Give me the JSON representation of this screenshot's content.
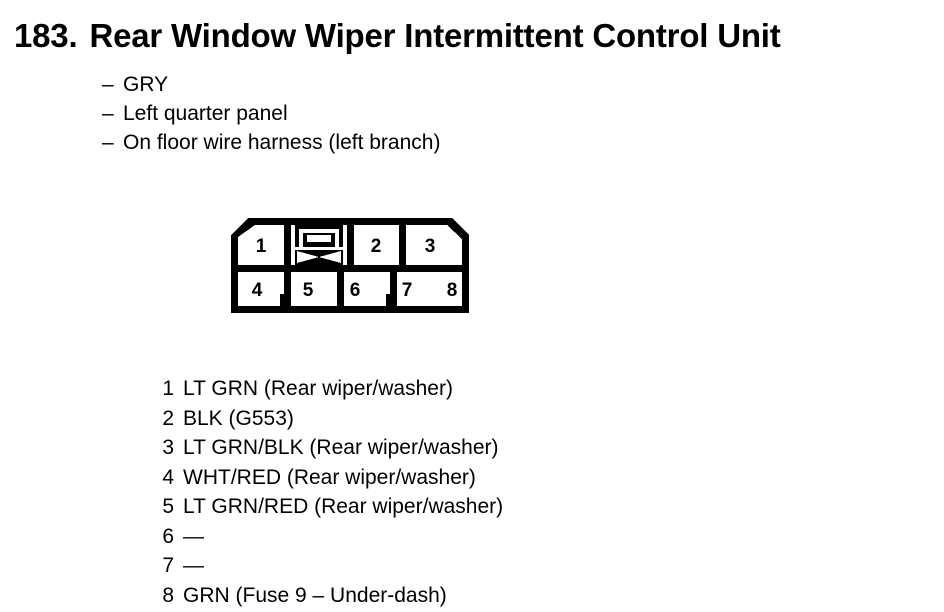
{
  "page": {
    "background_color": "#ffffff",
    "text_color": "#000000"
  },
  "title": {
    "number": "183.",
    "text": "Rear Window Wiper Intermittent Control Unit"
  },
  "attributes": {
    "dash": "–",
    "items": [
      "GRY",
      "Left quarter panel",
      "On floor wire harness (left branch)"
    ]
  },
  "connector": {
    "name": "8-pin connector",
    "top_row": [
      {
        "label": "1",
        "type": "pin"
      },
      {
        "label": "",
        "type": "latch"
      },
      {
        "label": "2",
        "type": "pin"
      },
      {
        "label": "3",
        "type": "pin"
      }
    ],
    "bottom_row": [
      {
        "label": "4",
        "type": "pin"
      },
      {
        "label": "5",
        "type": "pin"
      },
      {
        "label": "6",
        "type": "pin"
      },
      {
        "label": "7",
        "type": "pin"
      },
      {
        "label": "8",
        "type": "pin"
      }
    ],
    "outline_color": "#000000",
    "fill_color": "#ffffff"
  },
  "pin_legend": {
    "rows": [
      {
        "pin": "1",
        "desc": "LT GRN (Rear wiper/washer)"
      },
      {
        "pin": "2",
        "desc": "BLK (G553)"
      },
      {
        "pin": "3",
        "desc": "LT GRN/BLK (Rear wiper/washer)"
      },
      {
        "pin": "4",
        "desc": "WHT/RED (Rear wiper/washer)"
      },
      {
        "pin": "5",
        "desc": "LT GRN/RED (Rear wiper/washer)"
      },
      {
        "pin": "6",
        "desc": "—"
      },
      {
        "pin": "7",
        "desc": "—"
      },
      {
        "pin": "8",
        "desc": "GRN (Fuse 9 – Under-dash)"
      }
    ]
  }
}
